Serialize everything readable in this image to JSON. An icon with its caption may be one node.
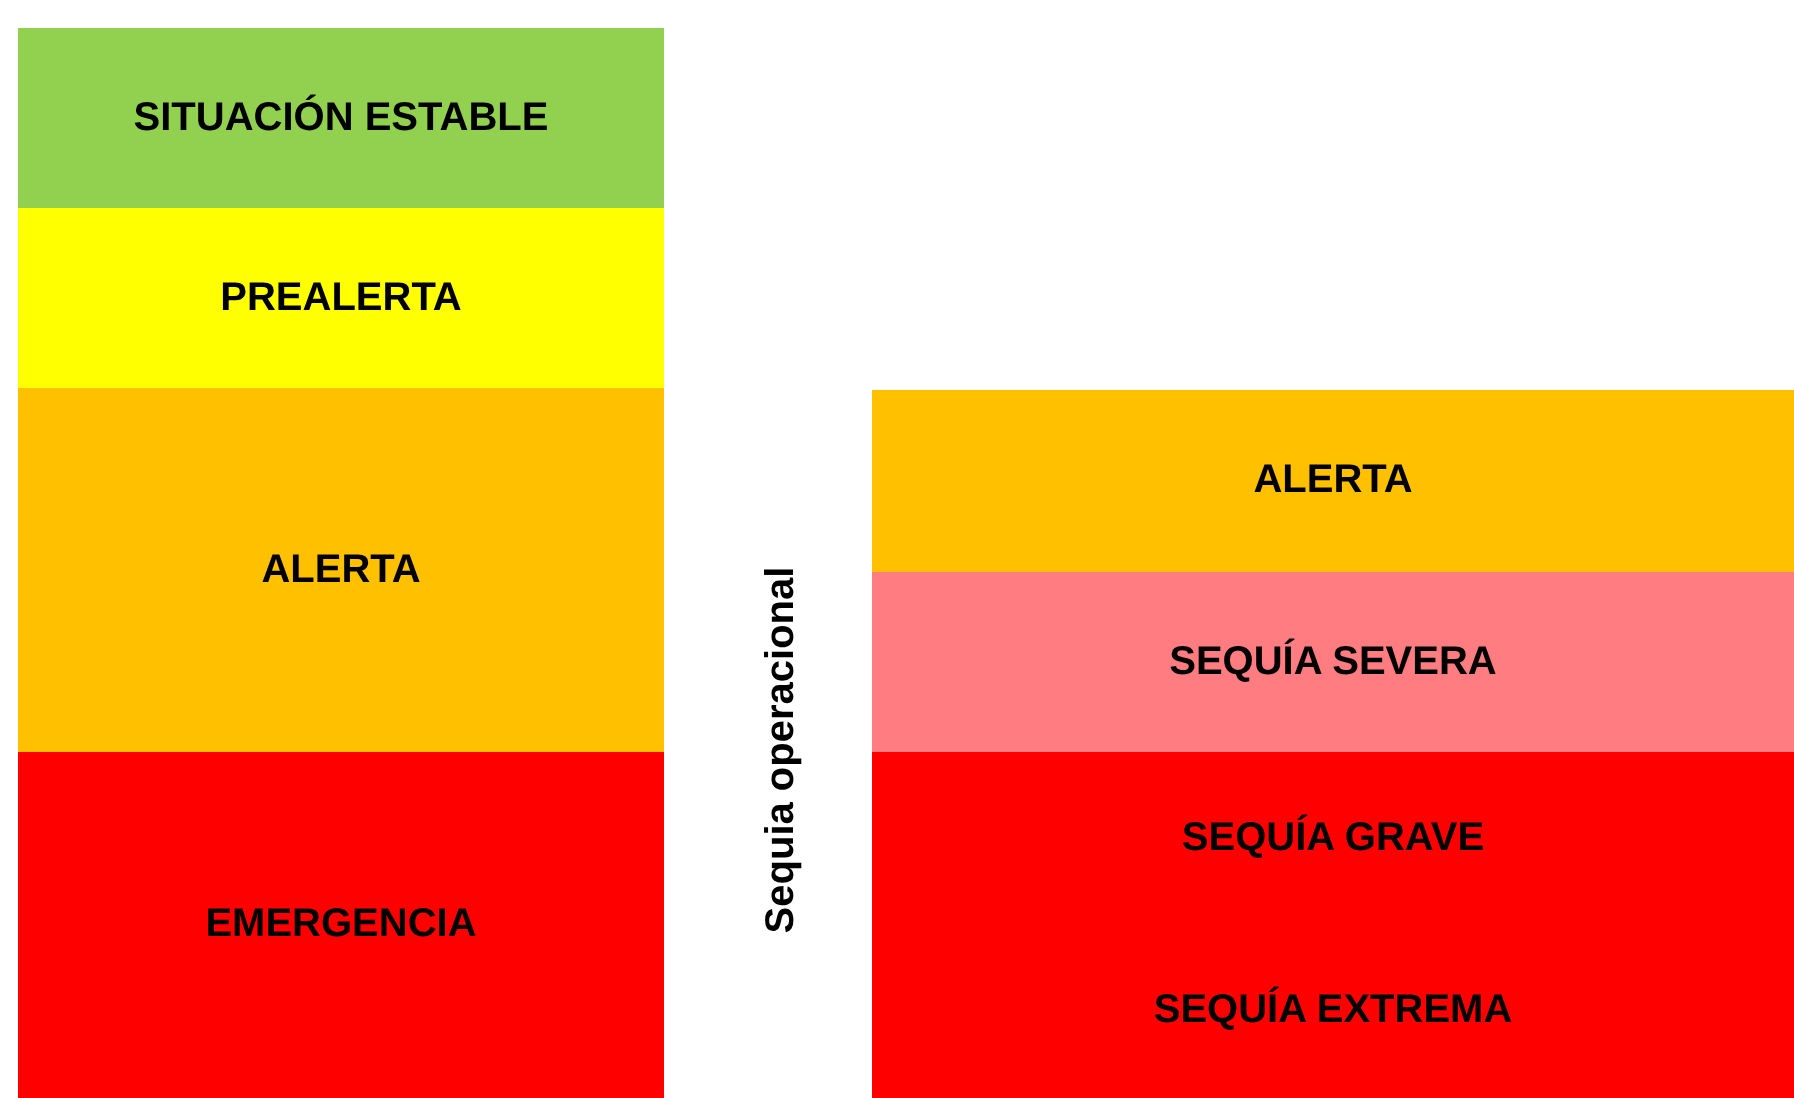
{
  "diagram": {
    "nodes": [
      {
        "text": [
          "SITUACIÓN ESTABLE"
        ]
      },
      {
        "text": [
          "PREALERTA"
        ]
      },
      {
        "text": [
          "ALERTA"
        ]
      },
      {
        "text": [
          "EMERGENCIA"
        ]
      },
      {
        "text": [
          "ALERTA"
        ]
      },
      {
        "text": [
          "SEQUÍA SEVERA"
        ]
      },
      {
        "text": [
          "SEQUÍA GRAVE"
        ]
      },
      {
        "text": [
          "SEQUÍA EXTREMA"
        ]
      }
    ],
    "edges": [],
    "labels": [
      "Sequia operacional"
    ]
  }
}
